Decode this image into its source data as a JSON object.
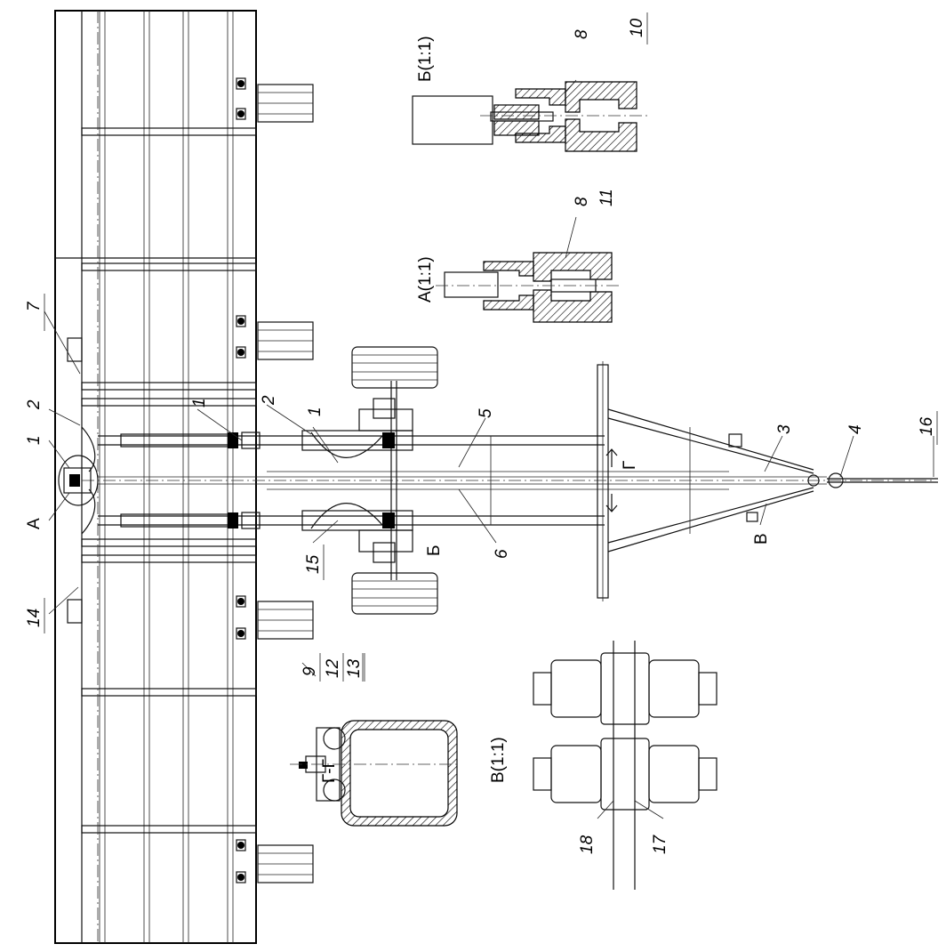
{
  "drawing": {
    "views": {
      "view_b": "Б(1:1)",
      "view_a": "А(1:1)",
      "view_v": "В(1:1)",
      "section_g": "Г-Г"
    },
    "callouts": {
      "c7": "7",
      "c2a": "2",
      "c1a": "1",
      "cA": "А",
      "c14": "14",
      "c1b": "1",
      "c2b": "2",
      "c1c": "1",
      "c15": "15",
      "cB": "Б",
      "c5": "5",
      "c6": "6",
      "c3": "3",
      "c4": "4",
      "c16": "16",
      "cV": "В",
      "c8a": "8",
      "c10": "10",
      "c8b": "8",
      "c11": "11",
      "c9": "9",
      "c12": "12",
      "c13": "13",
      "c18": "18",
      "c17": "17",
      "cG": "Г"
    }
  }
}
